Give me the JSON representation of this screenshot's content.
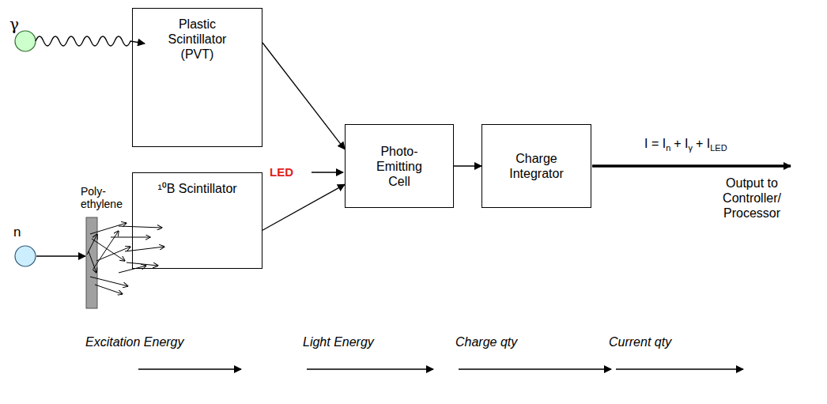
{
  "diagram": {
    "nodes": [
      {
        "text": [
          "Plastic Scintillator (PVT)"
        ]
      },
      {
        "text": [
          "¹⁰B Scintillator"
        ]
      },
      {
        "text": [
          "Photo-Emitting Cell"
        ]
      },
      {
        "text": [
          "Charge Integrator"
        ]
      }
    ],
    "edges": [
      {
        "from": 0,
        "to": 2,
        "arrow": "to"
      },
      {
        "from": 1,
        "to": 2,
        "arrow": "to"
      },
      {
        "from": 2,
        "to": 3,
        "arrow": "to"
      }
    ],
    "labels": [
      "γ",
      "n",
      "Poly- ethylene",
      "LED",
      "I = I",
      "n",
      "+ I",
      "γ",
      "+ I",
      "LED",
      "Output to Controller/ Processor",
      "Excitation Energy",
      "Light Energy",
      "Charge qty",
      "Current qty"
    ]
  }
}
